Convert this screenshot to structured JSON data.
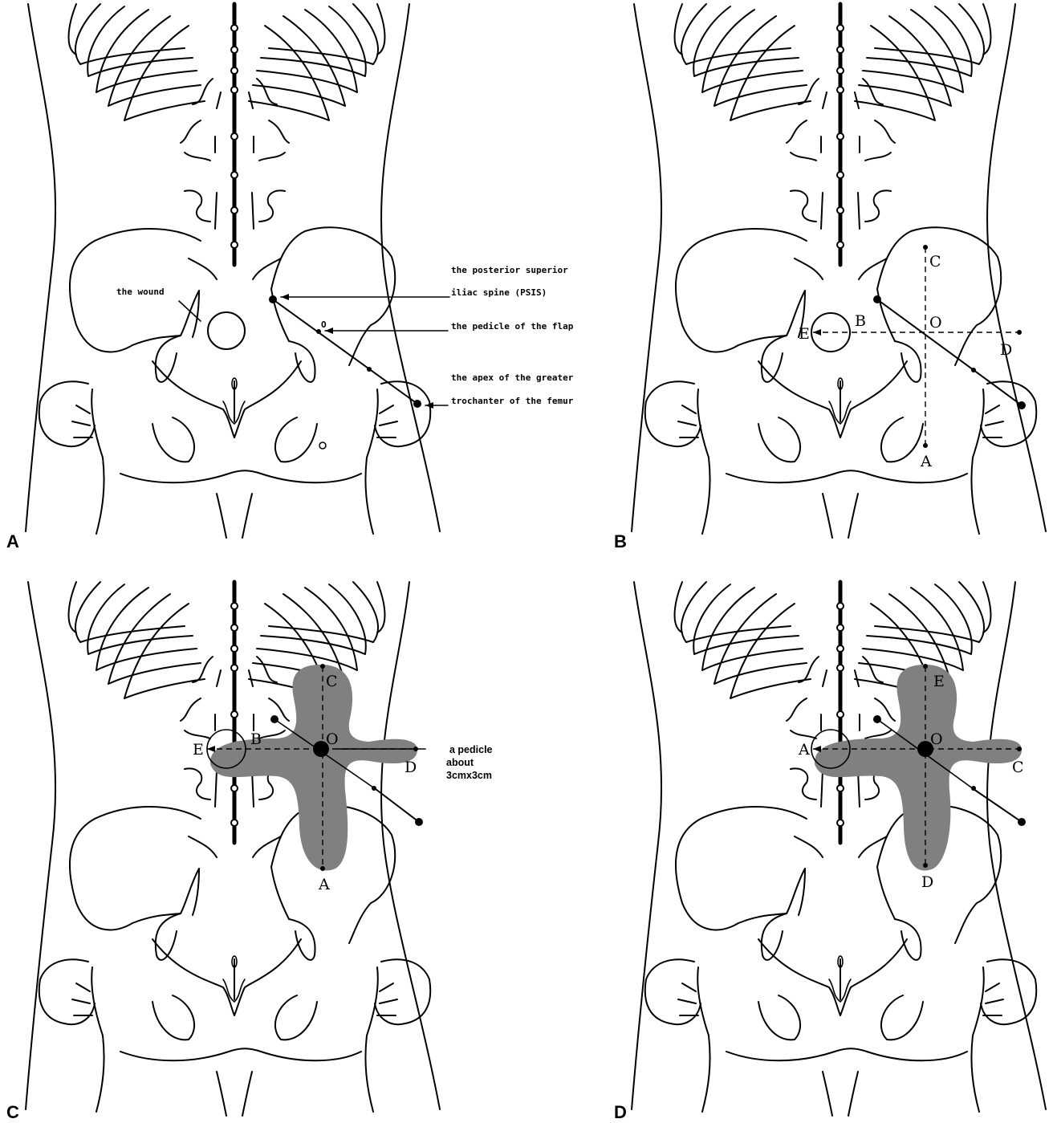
{
  "panels": [
    {
      "id": "A",
      "panel_letter": "A",
      "wound_label": "the wound",
      "point_O": "O",
      "annotations": [
        "the posterior superior",
        "iliac spine (PSIS)",
        "the pedicle of the flap",
        "the apex of the greater",
        "trochanter of the femur"
      ]
    },
    {
      "id": "B",
      "panel_letter": "B",
      "points": {
        "A": "A",
        "B": "B",
        "C": "C",
        "D": "D",
        "E": "E",
        "O": "O"
      }
    },
    {
      "id": "C",
      "panel_letter": "C",
      "points": {
        "A": "A",
        "B": "B",
        "C": "C",
        "D": "D",
        "E": "E",
        "O": "O"
      },
      "pedicle_note": [
        "a pedicle",
        "about",
        "3cmx3cm"
      ]
    },
    {
      "id": "D",
      "panel_letter": "D",
      "points": {
        "A": "A",
        "C": "C",
        "D": "D",
        "E": "E",
        "O": "O"
      }
    }
  ],
  "colors": {
    "line": "#000000",
    "flap": "#808080",
    "background": "#ffffff"
  }
}
